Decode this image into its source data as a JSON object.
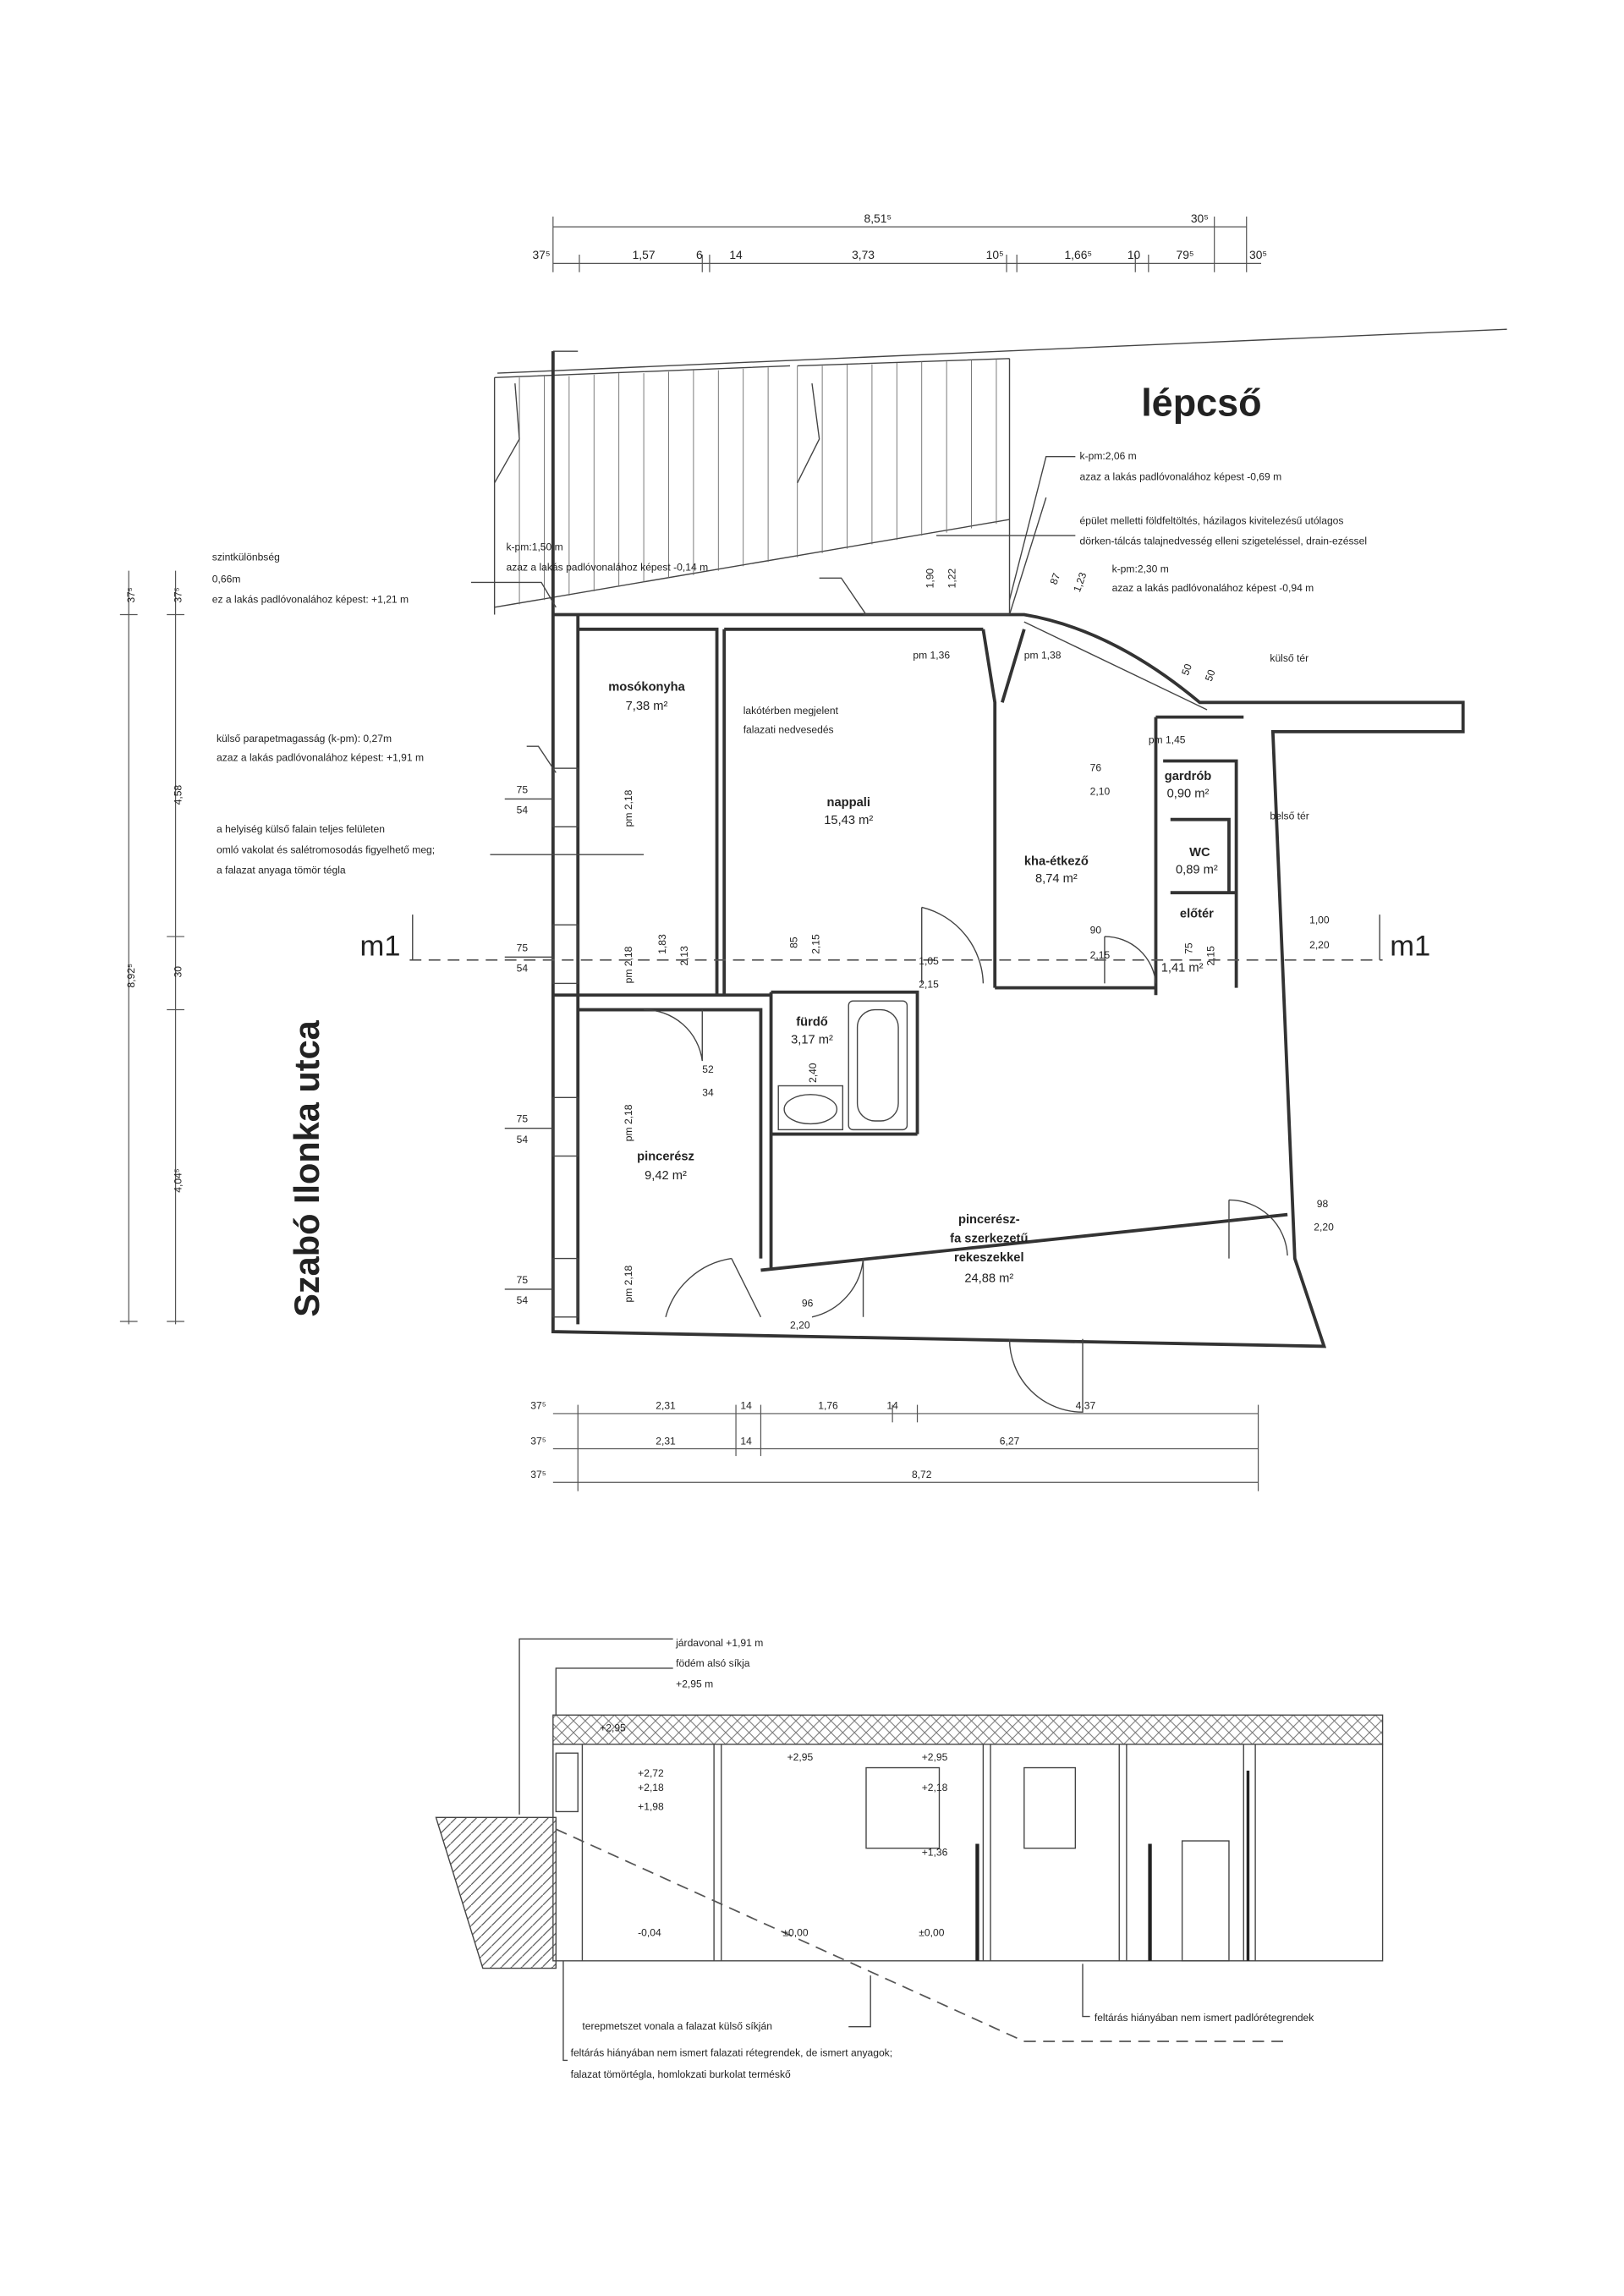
{
  "plan": {
    "stair_label": "lépcső",
    "street_label": "Szabó Ilonka utca",
    "section_marker": "m1",
    "top_dims": {
      "row1": [
        "8,51⁵",
        "30⁵"
      ],
      "row2": [
        "37⁵",
        "1,57",
        "6",
        "14",
        "3,73",
        "10⁵",
        "1,66⁵",
        "10",
        "79⁵",
        "30⁵"
      ]
    },
    "bottom_dims": {
      "row1": [
        "37⁵",
        "2,31",
        "14",
        "1,76",
        "14",
        "4,37"
      ],
      "row2": [
        "37⁵",
        "2,31",
        "14",
        "6,27"
      ],
      "row3": [
        "37⁵",
        "8,72"
      ]
    },
    "left_dims": {
      "outer": [
        "37⁵",
        "8,92⁵"
      ],
      "inner": [
        "37⁵",
        "4,58",
        "30",
        "4,04⁵"
      ]
    },
    "notes": {
      "kpm206": [
        "k-pm:2,06 m",
        "azaz a lakás padlóvonalához képest -0,69 m"
      ],
      "fill": [
        "épület melletti földfeltöltés, házilagos kivitelezésű utólagos",
        "dörken-tálcás talajnedvesség elleni szigeteléssel, drain-ezéssel"
      ],
      "kpm230": [
        "k-pm:2,30 m",
        "azaz a lakás padlóvonalához képest -0,94 m"
      ],
      "kpm150": [
        "k-pm:1,50 m",
        "azaz a lakás padlóvonalához képest -0,14 m"
      ],
      "level_diff": [
        "szintkülönbség",
        "0,66m",
        "ez a lakás padlóvonalához képest: +1,21 m"
      ],
      "outside": "külső tér",
      "inside": "belső tér",
      "damp": [
        "lakótérben megjelent",
        "falazati nedvesedés"
      ],
      "parapet": [
        "külső parapetmagasság (k-pm): 0,27m",
        "azaz a lakás padlóvonalához képest: +1,91 m"
      ],
      "walls": [
        "a helyiség külső falain teljes felületen",
        "omló vakolat és salétromosodás figyelhető meg;",
        "a falazat anyaga tömör tégla"
      ]
    },
    "rooms": [
      {
        "name": "mosókonyha",
        "area": "7,38 m²"
      },
      {
        "name": "nappali",
        "area": "15,43 m²"
      },
      {
        "name": "kha-étkező",
        "area": "8,74 m²"
      },
      {
        "name": "gardrób",
        "area": "0,90 m²"
      },
      {
        "name": "WC",
        "area": "0,89 m²"
      },
      {
        "name": "előtér",
        "area": "1,41 m²"
      },
      {
        "name": "fürdő",
        "area": "3,17 m²"
      },
      {
        "name": "pincerész",
        "area": "9,42 m²"
      },
      {
        "name": "pincerész-",
        "line2": "fa szerkezetű",
        "line3": "rekeszekkel",
        "area": "24,88 m²"
      }
    ],
    "small_dims": {
      "pm136": "pm 1,36",
      "pm138": "pm 1,38",
      "pm145": "pm 1,45",
      "h190": "1,90",
      "h122": "1,22",
      "h87": "87",
      "h123": "1,23",
      "h50a": "50",
      "h50b": "50",
      "win75": "75",
      "win54": "54",
      "pm218": "pm 2,18",
      "d105": "1,05",
      "d215": "2,15",
      "d76": "76",
      "d210": "2,10",
      "d90": "90",
      "d215b": "2,15",
      "d100": "1,00",
      "d220": "2,20",
      "d52": "52",
      "d34": "34",
      "d98": "98",
      "d220b": "2,20",
      "d96": "96",
      "d220c": "2,20",
      "d85": "85",
      "d215c": "2,15",
      "d183": "1,83",
      "d213": "2,13",
      "d240": "2,40",
      "d75": "75",
      "d215d": "2,15"
    }
  },
  "section": {
    "top_note": [
      "járdavonal +1,91 m",
      "födém alsó síkja",
      "+2,95 m"
    ],
    "levels": [
      "+2,95",
      "+2,95",
      "+2,95",
      "+2,72",
      "+2,18",
      "+1,98",
      "+2,18",
      "+1,36",
      "-0,04",
      "±0,00",
      "±0,00"
    ],
    "notes": {
      "terrain": "terepmetszet vonala a falazat külső síkján",
      "walls": [
        "feltárás hiányában nem ismert falazati rétegrendek, de ismert anyagok;",
        "falazat tömörtégla, homlokzati burkolat terméskő"
      ],
      "floor": "feltárás hiányában nem ismert padlórétegrendek"
    }
  }
}
